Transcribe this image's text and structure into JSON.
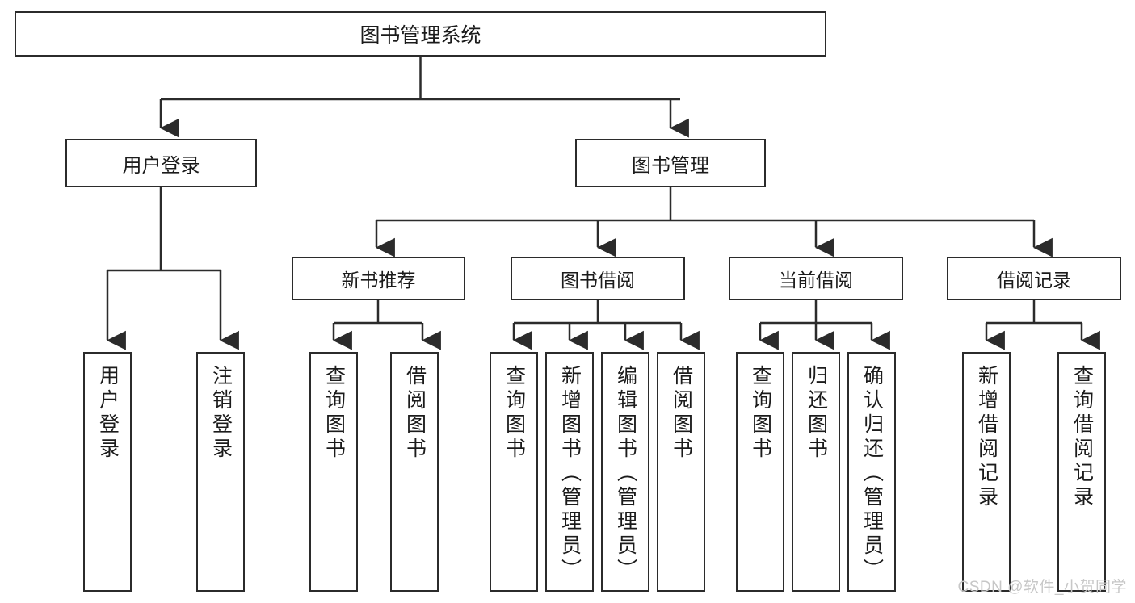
{
  "diagram": {
    "type": "tree-hierarchy",
    "title": "图书管理系统",
    "orientation": "top-down",
    "root": {
      "id": "root",
      "label": "图书管理系统"
    },
    "level2": [
      {
        "id": "user-login",
        "label": "用户登录"
      },
      {
        "id": "book-management",
        "label": "图书管理"
      }
    ],
    "level3": [
      {
        "id": "new-book-recommend",
        "label": "新书推荐",
        "parent": "book-management"
      },
      {
        "id": "book-borrow",
        "label": "图书借阅",
        "parent": "book-management"
      },
      {
        "id": "current-borrow",
        "label": "当前借阅",
        "parent": "book-management"
      },
      {
        "id": "borrow-record",
        "label": "借阅记录",
        "parent": "book-management"
      }
    ],
    "leaves": [
      {
        "id": "leaf-user-login",
        "label": "用户登录",
        "parent": "user-login"
      },
      {
        "id": "leaf-logout-login",
        "label": "注销登录",
        "parent": "user-login"
      },
      {
        "id": "leaf-query-book-1",
        "label": "查询图书",
        "parent": "new-book-recommend"
      },
      {
        "id": "leaf-borrow-book-1",
        "label": "借阅图书",
        "parent": "new-book-recommend"
      },
      {
        "id": "leaf-query-book-2",
        "label": "查询图书",
        "parent": "book-borrow"
      },
      {
        "id": "leaf-add-book",
        "label": "新增图书（管理员）",
        "parent": "book-borrow"
      },
      {
        "id": "leaf-edit-book",
        "label": "编辑图书（管理员）",
        "parent": "book-borrow"
      },
      {
        "id": "leaf-borrow-book-2",
        "label": "借阅图书",
        "parent": "book-borrow"
      },
      {
        "id": "leaf-query-book-3",
        "label": "查询图书",
        "parent": "current-borrow"
      },
      {
        "id": "leaf-return-book",
        "label": "归还图书",
        "parent": "current-borrow"
      },
      {
        "id": "leaf-confirm-return",
        "label": "确认归还（管理员）",
        "parent": "current-borrow"
      },
      {
        "id": "leaf-add-record",
        "label": "新增借阅记录",
        "parent": "borrow-record"
      },
      {
        "id": "leaf-query-record",
        "label": "查询借阅记录",
        "parent": "borrow-record"
      }
    ],
    "colors": {
      "box_border": "#2b2b2b",
      "box_fill": "#ffffff",
      "line": "#2b2b2b",
      "text": "#1b1b1b",
      "background": "#ffffff",
      "watermark": "#c7c7c7"
    }
  },
  "watermark": {
    "text": "CSDN @软件_小贺同学"
  }
}
